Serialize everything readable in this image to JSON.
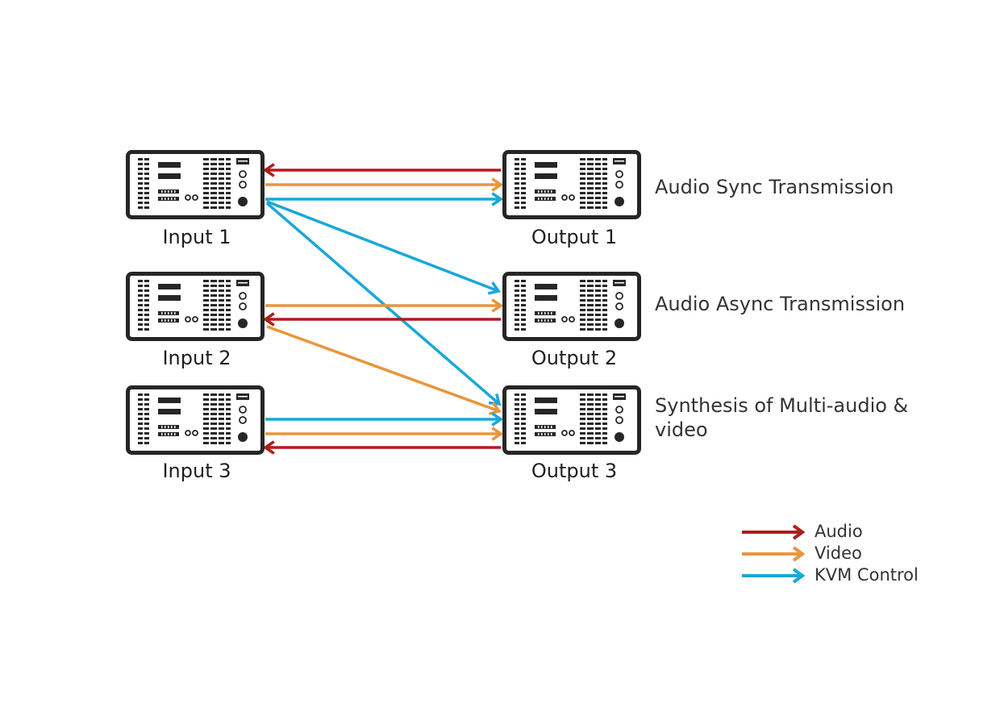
{
  "colors": {
    "audio": "#b01c1c",
    "video": "#e8963d",
    "kvm": "#1aa7d8",
    "device": "#262626"
  },
  "devices": {
    "input1": {
      "label": "Input 1"
    },
    "input2": {
      "label": "Input 2"
    },
    "input3": {
      "label": "Input 3"
    },
    "output1": {
      "label": "Output 1"
    },
    "output2": {
      "label": "Output 2"
    },
    "output3": {
      "label": "Output 3"
    }
  },
  "descriptions": {
    "row1": "Audio Sync Transmission",
    "row2": "Audio Async Transmission",
    "row3": "Synthesis of Multi-audio & video"
  },
  "legend": {
    "audio": {
      "label": "Audio",
      "icon": "arrow-right"
    },
    "video": {
      "label": "Video",
      "icon": "arrow-right"
    },
    "kvm": {
      "label": "KVM Control",
      "icon": "arrow-right"
    }
  },
  "connections": [
    {
      "from": "output1",
      "to": "input1",
      "signal": "audio"
    },
    {
      "from": "input1",
      "to": "output1",
      "signal": "video"
    },
    {
      "from": "input1",
      "to": "output1",
      "signal": "kvm"
    },
    {
      "from": "input1",
      "to": "output2",
      "signal": "kvm"
    },
    {
      "from": "input1",
      "to": "output3",
      "signal": "kvm"
    },
    {
      "from": "input2",
      "to": "output2",
      "signal": "video"
    },
    {
      "from": "output2",
      "to": "input2",
      "signal": "audio"
    },
    {
      "from": "input2",
      "to": "output3",
      "signal": "video"
    },
    {
      "from": "input3",
      "to": "output3",
      "signal": "kvm"
    },
    {
      "from": "input3",
      "to": "output3",
      "signal": "video"
    },
    {
      "from": "output3",
      "to": "input3",
      "signal": "audio"
    }
  ]
}
